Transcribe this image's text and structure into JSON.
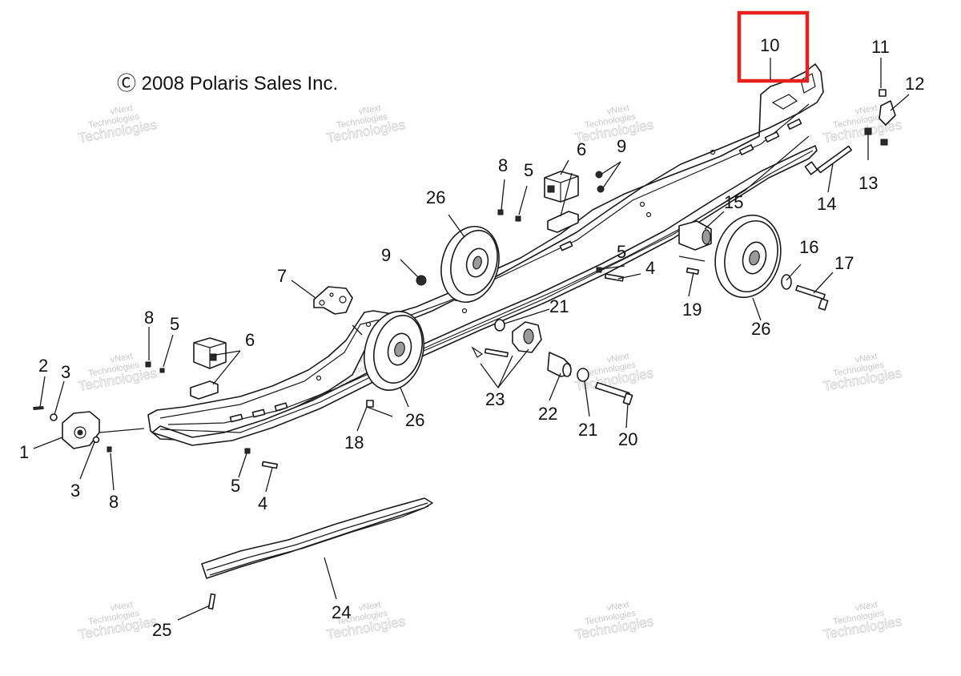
{
  "copyright": "Ⓒ 2008 Polaris Sales Inc.",
  "watermark": {
    "line1": "vNext",
    "line2": "Technologies"
  },
  "highlight": {
    "callout": "10",
    "color": "#e8201c"
  },
  "callouts": [
    "1",
    "2",
    "3",
    "3",
    "4",
    "4",
    "5",
    "5",
    "5",
    "5",
    "6",
    "6",
    "7",
    "8",
    "8",
    "8",
    "9",
    "9",
    "10",
    "11",
    "12",
    "13",
    "14",
    "15",
    "16",
    "17",
    "18",
    "19",
    "20",
    "21",
    "21",
    "22",
    "23",
    "24",
    "25",
    "26",
    "26",
    "26"
  ]
}
